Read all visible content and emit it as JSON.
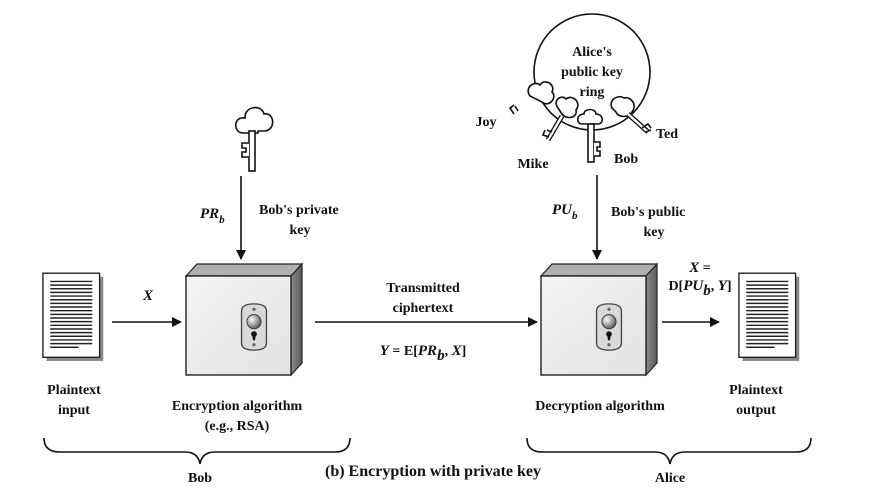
{
  "bob_side": {
    "private_key_symbol": "PR",
    "private_key_subscript": "b",
    "private_key_label_line1": "Bob's private",
    "private_key_label_line2": "key",
    "input_symbol": "X",
    "plaintext_input_line1": "Plaintext",
    "plaintext_input_line2": "input",
    "algorithm_line1": "Encryption algorithm",
    "algorithm_line2": "(e.g., RSA)",
    "brace_label": "Bob"
  },
  "channel": {
    "label_line1": "Transmitted",
    "label_line2": "ciphertext",
    "formula_lhs": "Y",
    "formula_eq": " = E[",
    "formula_key": "PR",
    "formula_sub": "b",
    "formula_sep": ", ",
    "formula_x": "X",
    "formula_close": "]"
  },
  "alice_side": {
    "key_ring_line1": "Alice's",
    "key_ring_line2": "public key",
    "key_ring_line3": "ring",
    "ring_keys": [
      "Joy",
      "Mike",
      "Bob",
      "Ted"
    ],
    "public_key_symbol": "PU",
    "public_key_subscript": "b",
    "public_key_label_line1": "Bob's public",
    "public_key_label_line2": "key",
    "output_formula_line1_x": "X",
    "output_formula_line1_eq": " =",
    "output_formula_d": "D[",
    "output_formula_key": "PU",
    "output_formula_sub": "b",
    "output_formula_sep": ", ",
    "output_formula_y": "Y",
    "output_formula_close": "]",
    "algorithm_label": "Decryption algorithm",
    "plaintext_output_line1": "Plaintext",
    "plaintext_output_line2": "output",
    "brace_label": "Alice"
  },
  "caption": "(b) Encryption with private key"
}
